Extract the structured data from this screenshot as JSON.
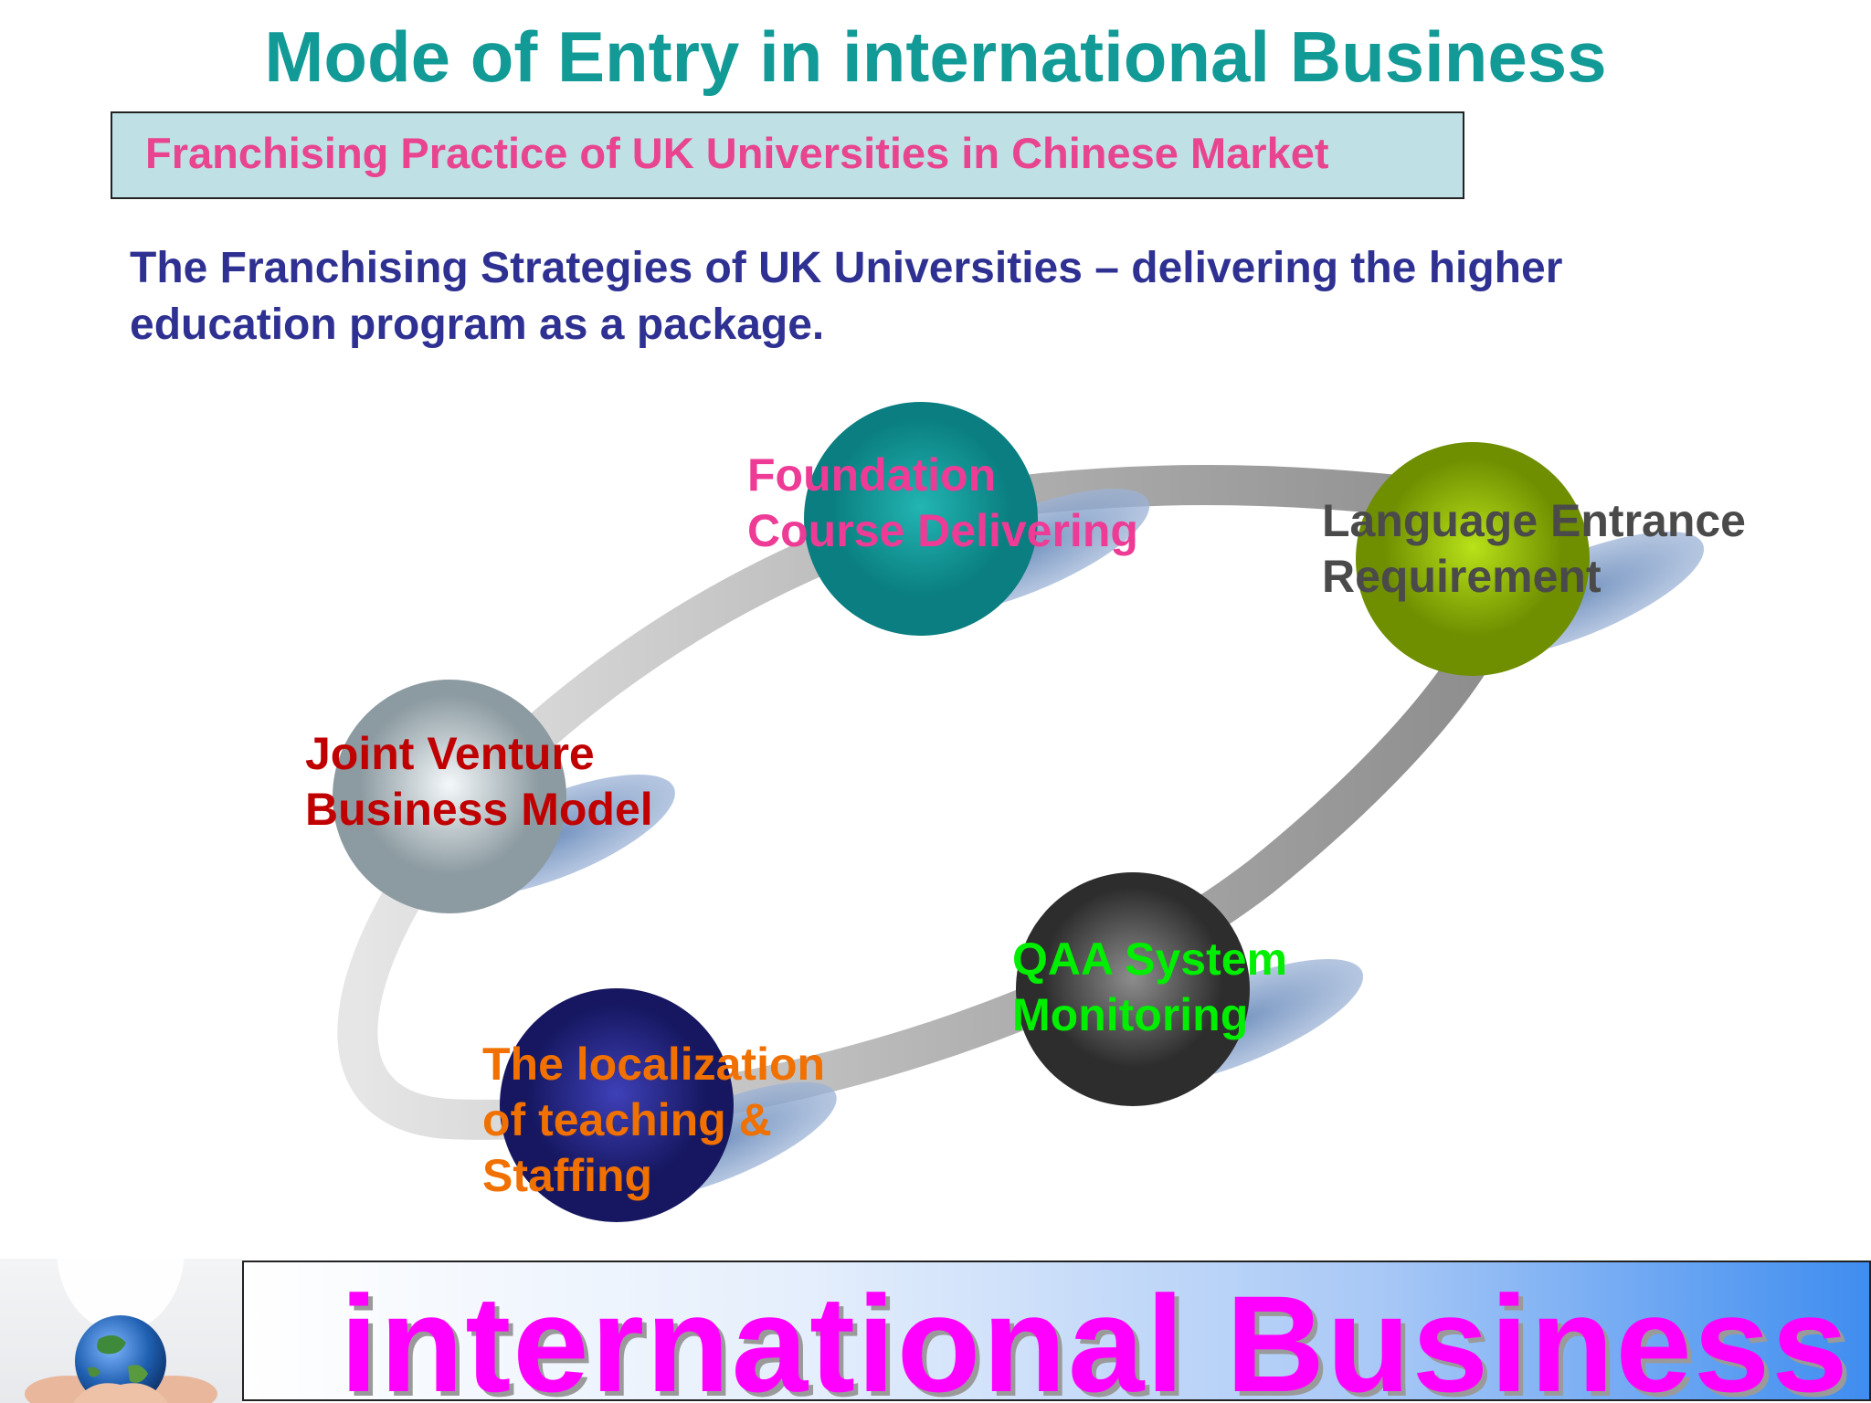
{
  "title": "Mode of Entry in international Business",
  "subtitle": "Franchising Practice of UK Universities in Chinese Market",
  "lead": "The Franchising Strategies of UK Universities – delivering the higher education program as a package.",
  "nodes": [
    {
      "id": "foundation",
      "label": "Foundation\nCourse Delivering",
      "label_color": "#ee3b95",
      "sphere_color": "#0a7e80",
      "sphere_highlight": "#22b5b2"
    },
    {
      "id": "language",
      "label": "Language Entrance\nRequirement",
      "label_color": "#4a4a4a",
      "sphere_color": "#6f8e00",
      "sphere_highlight": "#b8e219"
    },
    {
      "id": "joint-venture",
      "label": "Joint Venture\nBusiness Model",
      "label_color": "#c00000",
      "sphere_color": "#8c9ba1",
      "sphere_highlight": "#f4f8fa"
    },
    {
      "id": "qaa",
      "label": "QAA System\nMonitoring",
      "label_color": "#00ee00",
      "sphere_color": "#2d2d2d",
      "sphere_highlight": "#8d8d8d"
    },
    {
      "id": "localization",
      "label": "The localization\nof teaching &\nStaffing",
      "label_color": "#f07000",
      "sphere_color": "#161760",
      "sphere_highlight": "#3e40b8"
    }
  ],
  "banner": {
    "text": "international Business",
    "icon": "earth-in-hands-icon"
  },
  "colors": {
    "title": "#129a96",
    "subtitle": "#e8448f",
    "subtitle_bg": "#bfe0e4",
    "lead": "#2e3192",
    "banner_text": "#ff00ff"
  }
}
